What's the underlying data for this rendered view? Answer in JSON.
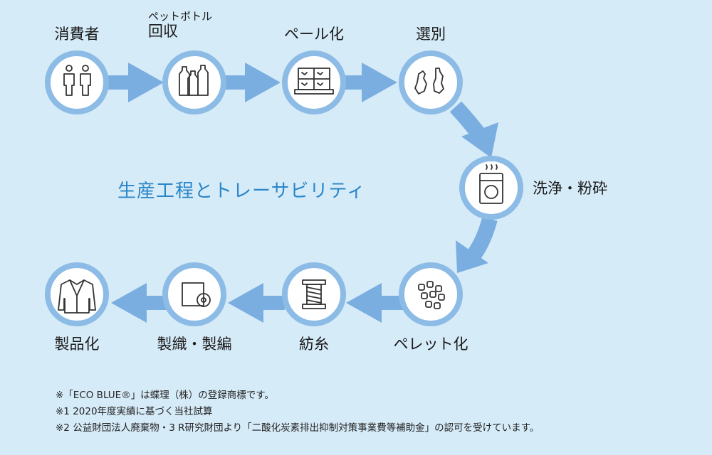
{
  "title": "生産工程とトレーサビリティ",
  "steps": [
    {
      "key": "consumer",
      "label": "消費者",
      "icon": "people-icon"
    },
    {
      "key": "collection",
      "label_top": "ペットボトル",
      "label": "回収",
      "icon": "pet-bottles-icon"
    },
    {
      "key": "bale",
      "label": "ペール化",
      "icon": "bale-icon"
    },
    {
      "key": "sorting",
      "label": "選別",
      "icon": "crushed-bottles-icon"
    },
    {
      "key": "washing",
      "label": "洗浄・粉砕",
      "icon": "washing-machine-icon"
    },
    {
      "key": "pellet",
      "label": "ペレット化",
      "icon": "pellets-icon"
    },
    {
      "key": "spinning",
      "label": "紡糸",
      "icon": "thread-spool-icon"
    },
    {
      "key": "weaving",
      "label": "製織・製編",
      "icon": "fabric-roll-icon"
    },
    {
      "key": "product",
      "label": "製品化",
      "icon": "jacket-icon"
    }
  ],
  "notes": [
    "※「ECO BLUE®」は蝶理（株）の登録商標です。",
    "※1 2020年度実績に基づく当社試算",
    "※2 公益財団法人廃棄物・3 R研究財団より「二酸化炭素排出抑制対策事業費等補助金」の認可を受けています。"
  ],
  "colors": {
    "background": "#d6ebf8",
    "arrow": "#7aaee0",
    "circle_ring": "#8cbbe6",
    "title": "#2b86c8"
  }
}
